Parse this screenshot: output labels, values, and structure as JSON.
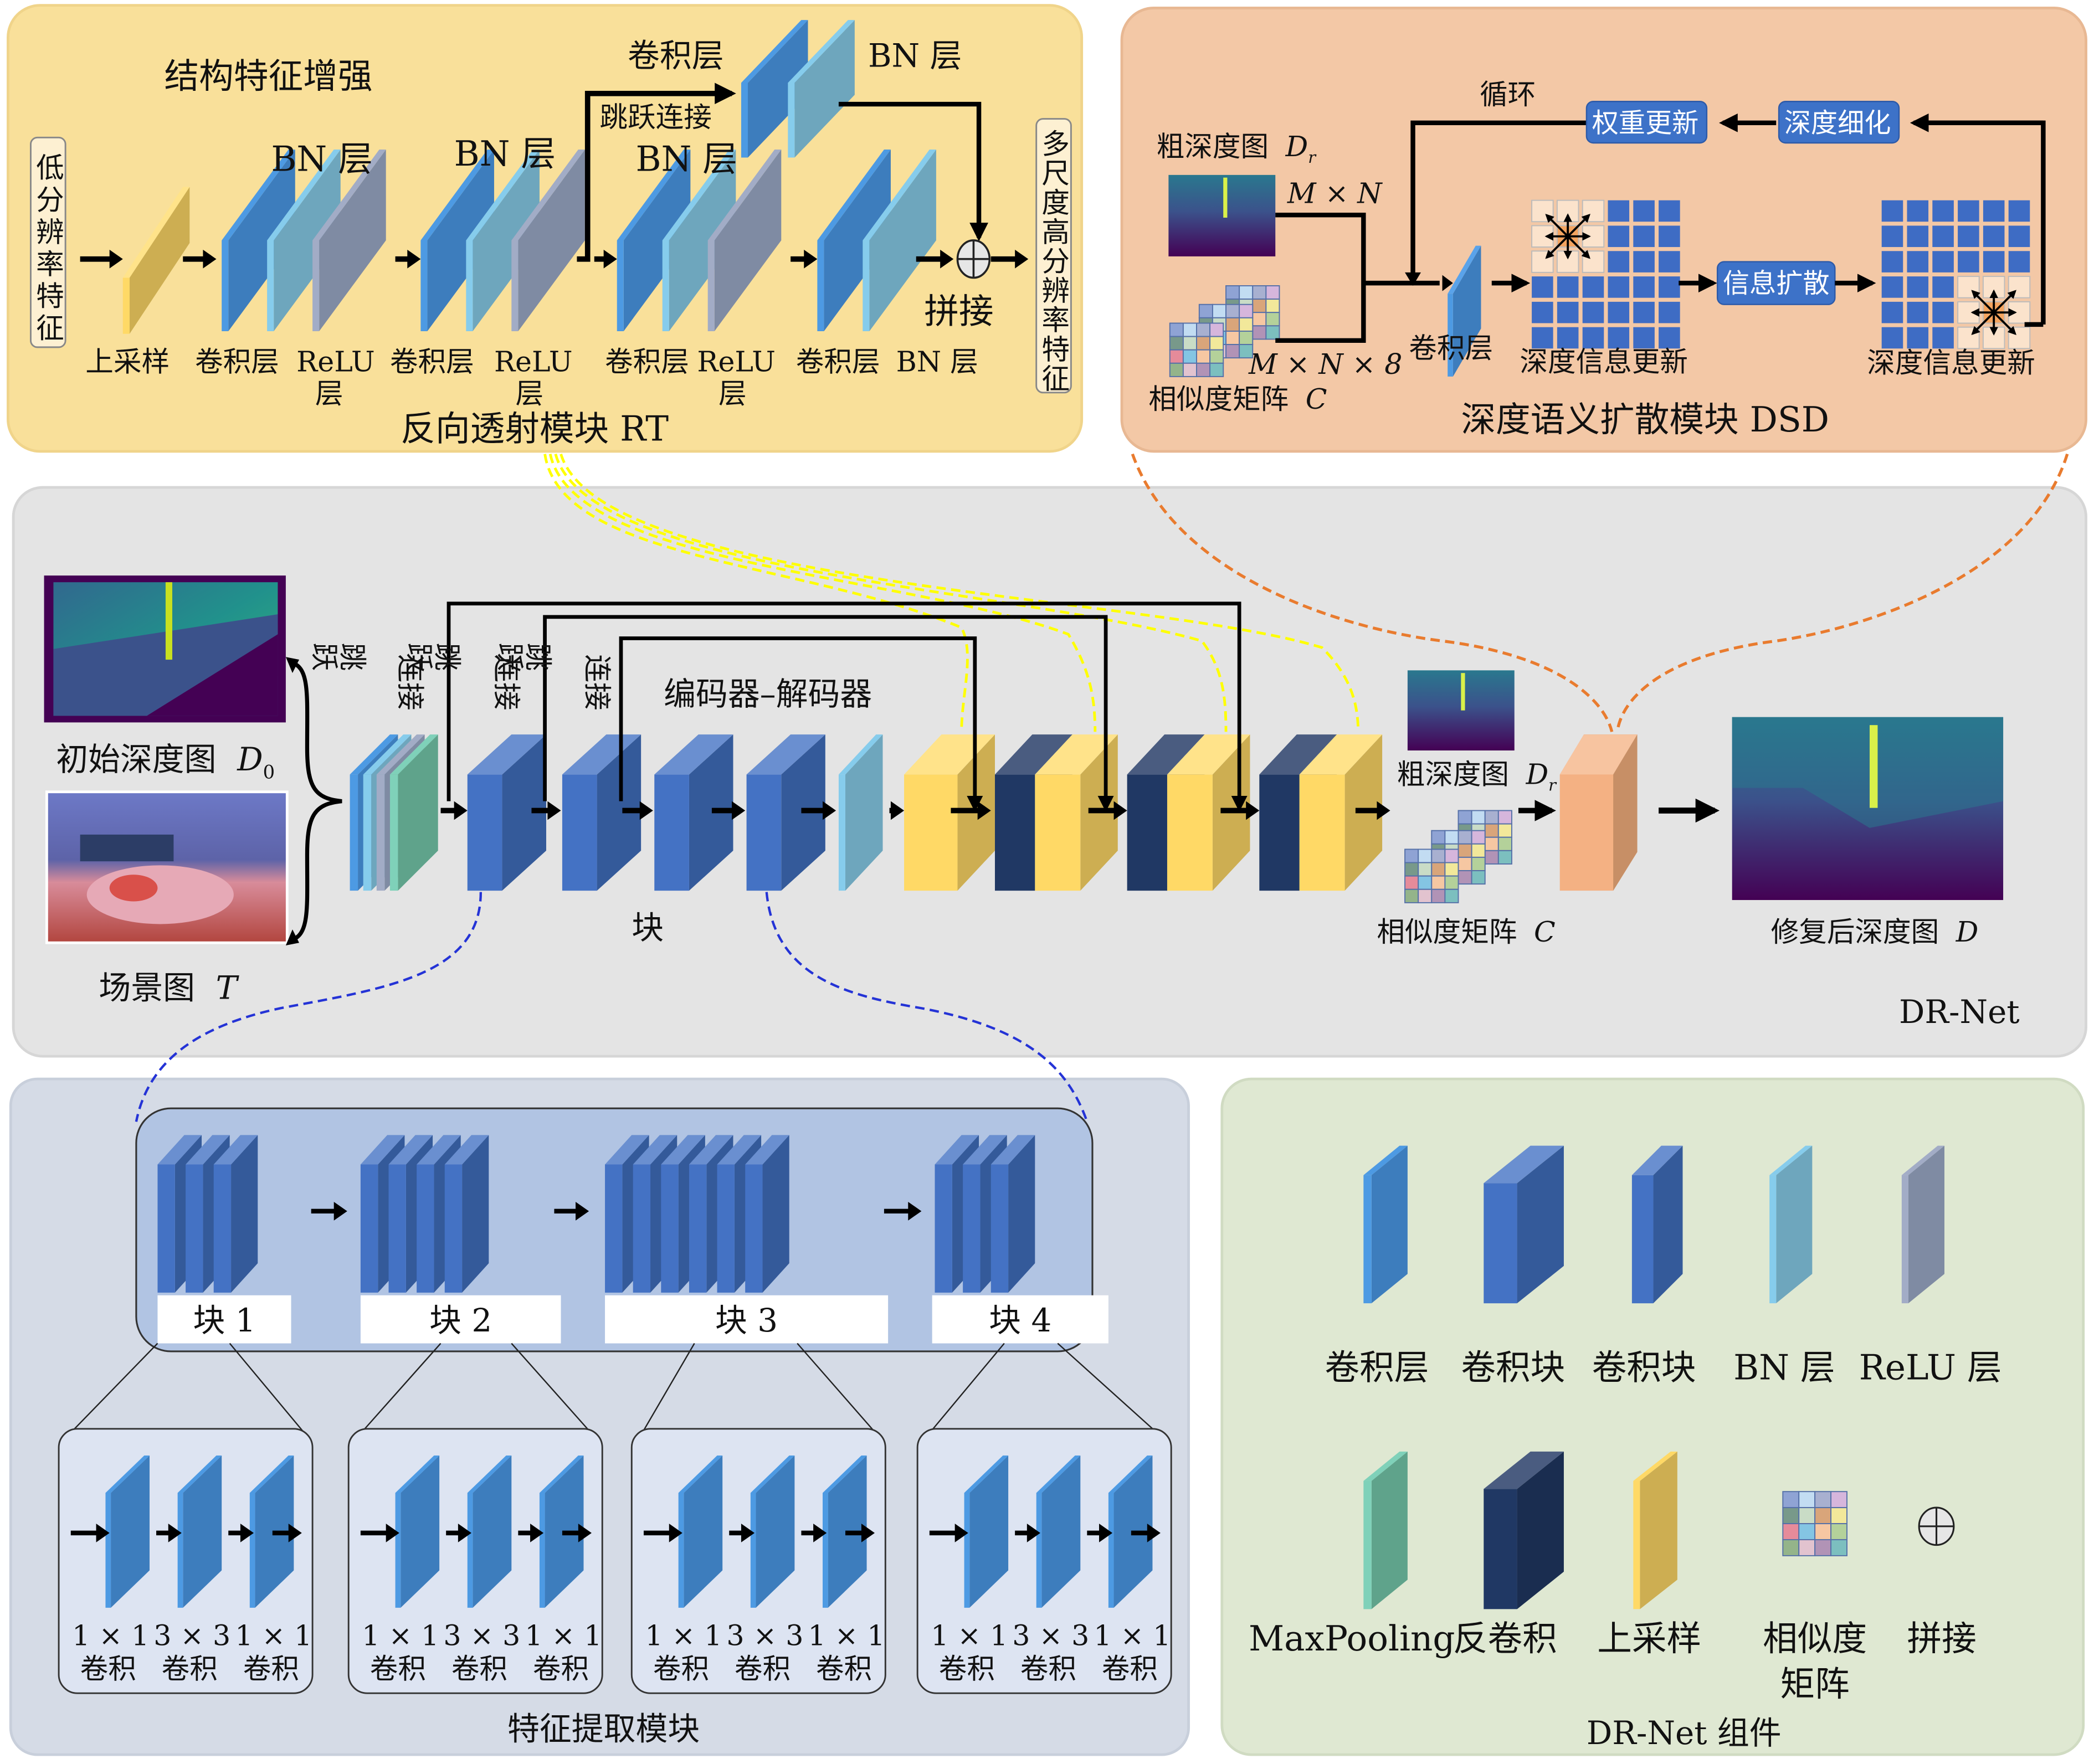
{
  "rt_panel": {
    "title": "反向透射模块 RT",
    "subtitle": "结构特征增强",
    "input_label": [
      "低",
      "分",
      "辨",
      "率",
      "特",
      "征"
    ],
    "output_label": [
      "多",
      "尺",
      "度",
      "高",
      "分",
      "辨",
      "率",
      "特",
      "征"
    ],
    "skip_label": "跳跃连接",
    "top_conv_label": "卷积层",
    "top_bn_label": "BN 层",
    "bn_top_labels": [
      "BN 层",
      "BN 层",
      "BN 层"
    ],
    "bottom_labels": [
      "上采样",
      "卷积层",
      "ReLU",
      "层",
      "卷积层",
      "ReLU",
      "层",
      "卷积层",
      "ReLU",
      "层",
      "卷积层",
      "BN 层"
    ],
    "concat_label": "拼接"
  },
  "dsd_panel": {
    "title": "深度语义扩散模块 DSD",
    "coarse_label": "粗深度图",
    "coarse_symbol": "D",
    "coarse_sub": "r",
    "dim_mn": "M × N",
    "dim_mn8": "M × N × 8",
    "sim_label": "相似度矩阵",
    "sim_symbol": "C",
    "loop_label": "循环",
    "weight_update": "权重更新",
    "depth_refine": "深度细化",
    "info_diffuse": "信息扩散",
    "conv_label": "卷积层",
    "update_label_1": "深度信息更新",
    "update_label_2": "深度信息更新"
  },
  "drnet_panel": {
    "name": "DR-Net",
    "initial_depth": "初始深度图",
    "initial_symbol": "D",
    "initial_sub": "0",
    "scene": "场景图",
    "scene_symbol": "T",
    "skip_label_top": [
      "跳跃",
      "跳跃",
      "跳跃"
    ],
    "skip_label_bottom": [
      "连接",
      "连接",
      "连接"
    ],
    "encdec_label": "编码器–解码器",
    "block_label": "块",
    "coarse_label": "粗深度图",
    "coarse_symbol": "D",
    "coarse_sub": "r",
    "sim_label": "相似度矩阵",
    "sim_symbol": "C",
    "output_label": "修复后深度图",
    "output_symbol": "D"
  },
  "fe_panel": {
    "title": "特征提取模块",
    "blocks": [
      "块 1",
      "块 2",
      "块 3",
      "块 4"
    ],
    "block_layers": [
      3,
      4,
      6,
      3
    ],
    "conv_sizes": [
      "1 × 1",
      "3 × 3",
      "1 × 1"
    ],
    "conv_word": "卷积"
  },
  "legend_panel": {
    "title": "DR-Net 组件",
    "row1": [
      "卷积层",
      "卷积块",
      "卷积块",
      "BN 层",
      "ReLU 层"
    ],
    "row2": [
      "MaxPooling",
      "反卷积",
      "上采样",
      "相似度",
      "拼接"
    ],
    "row2_extra": "矩阵"
  },
  "colors": {
    "rt_bg": "#f9e09a",
    "dsd_bg": "#f3c8a6",
    "drnet_bg": "#e4e4e4",
    "fe_bg": "#d5dbe6",
    "legend_bg": "#dfe8d2",
    "conv_front": "#4d9ae3",
    "conv_side": "#3d7dbd",
    "block_front": "#4472c4",
    "block_side": "#345a9a",
    "block_top": "#6a8fd0",
    "bn_front": "#86ccec",
    "bn_side": "#6ea6bd",
    "relu_front": "#a2acc6",
    "relu_side": "#7f8ba3",
    "up_front": "#ffd966",
    "up_side": "#cdae52",
    "deconv_front": "#203864",
    "deconv_side": "#1a2d50",
    "deconv_top": "#4a5c80",
    "pool_front": "#7fd1b9",
    "pool_side": "#5fa38b",
    "dsd_block_front": "#f4b183",
    "dsd_block_side": "#c78f66",
    "grid_blue": "#3e6cc4",
    "box_blue": "#3d72c8",
    "skip_yellow": "#ffff00",
    "link_orange": "#e97b2e",
    "link_blue": "#2433d6"
  }
}
